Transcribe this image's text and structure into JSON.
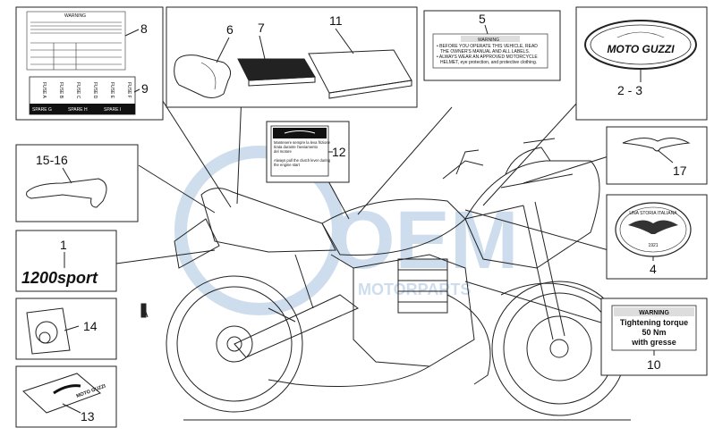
{
  "parts": [
    {
      "number": "1"
    },
    {
      "number": "2 - 3"
    },
    {
      "number": "4"
    },
    {
      "number": "5"
    },
    {
      "number": "6"
    },
    {
      "number": "7"
    },
    {
      "number": "8"
    },
    {
      "number": "9"
    },
    {
      "number": "10"
    },
    {
      "number": "11"
    },
    {
      "number": "12"
    },
    {
      "number": "13"
    },
    {
      "number": "14"
    },
    {
      "number": "15-16"
    },
    {
      "number": "17"
    }
  ],
  "decals": {
    "warning_title": "WARNING",
    "label5_lines": [
      "• BEFORE YOU OPERATE THIS VEHICLE, READ",
      "THE OWNER'S MANUAL AND ALL LABELS.",
      "• ALWAYS WEAR AN APPROVED MOTORCYCLE",
      "HELMET, eye protection, and protective clothing."
    ],
    "label12_lines": [
      "Mantenere sempre la leva frizione",
      "tirata durante l'avviamento",
      "del motore",
      "Always pull the clutch lever during",
      "the engine start"
    ],
    "label10_lines": [
      "Tightening torque",
      "50 Nm",
      "with gresse"
    ],
    "fuses": [
      "FUSE A",
      "FUSE B",
      "FUSE C",
      "FUSE D",
      "FUSE E",
      "FUSE F"
    ],
    "spares": [
      "SPARE G",
      "SPARE H",
      "SPARE I"
    ],
    "brand_logo": "MOTO GUZZI",
    "model_logo": "1200sport",
    "badge_text": "UNA STORIA ITALIANA",
    "badge_year": "1921",
    "watermark_main": "OEM",
    "watermark_sub": "MOTORPARTS"
  }
}
